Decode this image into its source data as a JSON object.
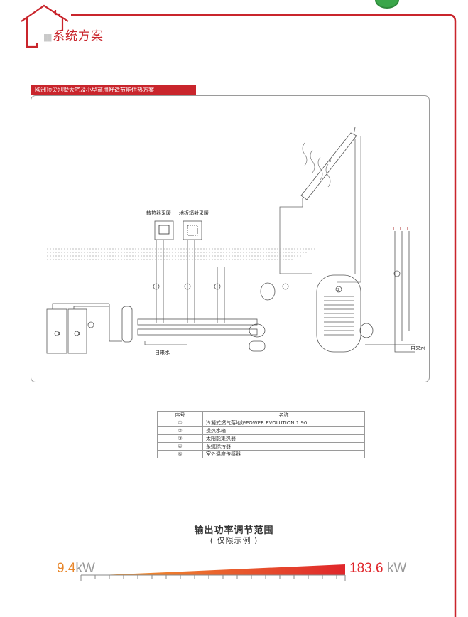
{
  "header": {
    "section_title": "系统方案"
  },
  "diagram": {
    "subtitle": "欧洲顶尖别墅大宅及小型商用舒适节能供热方案",
    "labels": {
      "radiator": "散热器采暖",
      "floor": "地板辐射采暖",
      "water_in_left": "自来水",
      "water_in_right": "自来水"
    }
  },
  "legend": {
    "headers": [
      "序号",
      "名称"
    ],
    "rows": [
      {
        "no": "①",
        "name": "冷凝式燃气落地炉POWER EVOLUTION 1.90"
      },
      {
        "no": "②",
        "name": "换热水箱"
      },
      {
        "no": "③",
        "name": "太阳能集热器"
      },
      {
        "no": "④",
        "name": "系统除污器"
      },
      {
        "no": "⑤",
        "name": "室外温度传感器"
      }
    ]
  },
  "power": {
    "title": "输出功率调节范围",
    "subtitle": "( 仅限示例 )",
    "min_value": "9.4",
    "min_unit": "kW",
    "max_value": "183.6",
    "max_unit": "kW"
  },
  "colors": {
    "brand_red": "#c9252c",
    "gradient_start": "#f39c2f",
    "gradient_end": "#e0262b"
  }
}
